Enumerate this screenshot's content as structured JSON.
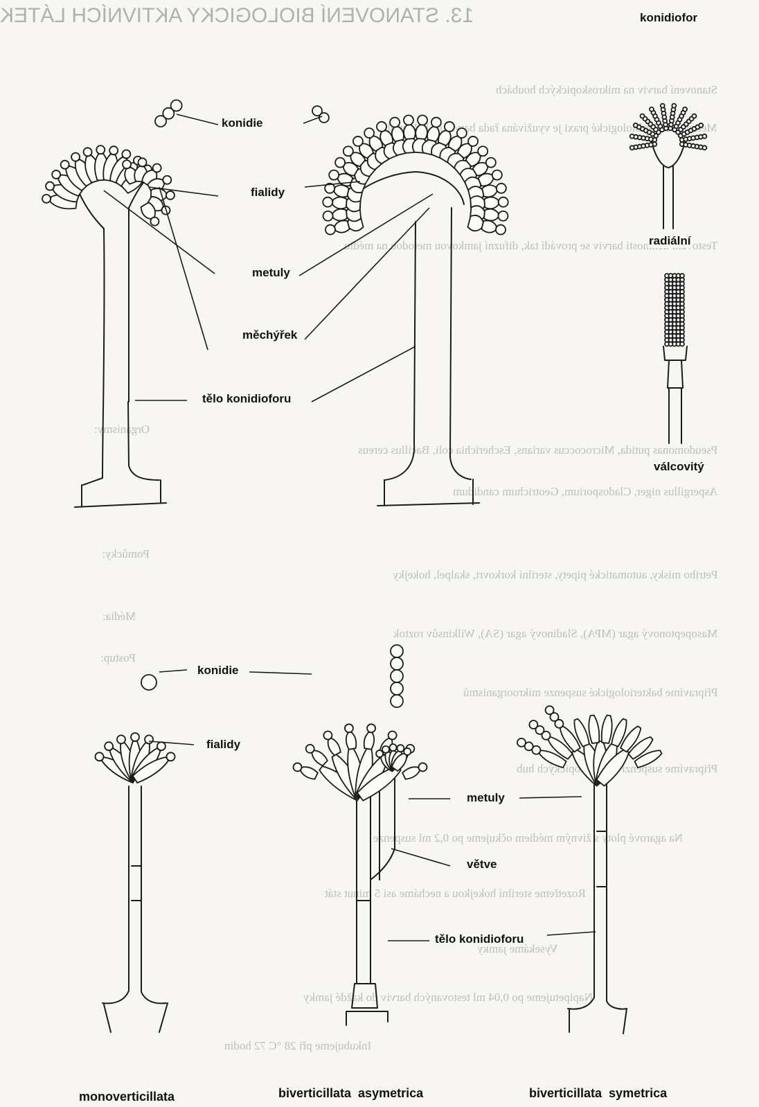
{
  "background_text": {
    "heading": "13. STANOVENÍ BIOLOGICKY AKTIVNÍCH LÁTEK",
    "lines": [
      "Stanovení barviv na mikroskopických houbách",
      "Metoda v mikrobiologické praxi je využívána řada barviv na bakteriální",
      "Testování účinnosti barviv se provádí tak, difuzní jamkovou metodou na médiu",
      "Organismy:",
      "Pseudomonas putida, Micrococcus varians, Escherichia coli, Bacillus cereus",
      "Aspergillus niger, Cladosporium, Geotrichum candidum",
      "Pomůcky:",
      "Petriho misky, automatické pipety, sterilní korkovrt, skalpel, hokejky",
      "Média:",
      "Masopeptonový agar (MPA), Sladinový agar (SA), Wilkinsův roztok",
      "Postup:",
      "Připravíme bakteriologické suspenze mikroorganismů",
      "Připravíme suspenzi mikroskopických hub",
      "Na agarové ploty s živným médiem očkujeme po 0,2 ml suspenze",
      "Rozetřeme sterilní hokejkou a necháme asi 5 minut stát",
      "Vysekáme jamky",
      "Napipetujeme po 0,04 ml testovaných barviv do každé jamky",
      "Inkubujeme při 28 °C 72 hodin"
    ]
  },
  "labels": {
    "konidiofor": "konidiofor",
    "radialni": "radiální",
    "valcovity": "válcovitý",
    "konidie_top": "konidie",
    "fialidy_top": "fialidy",
    "metuly_top": "metuly",
    "mechyrek": "měchýřek",
    "telo_top": "tělo konidioforu",
    "konidie_bottom": "konidie",
    "fialidy_bottom": "fialidy",
    "metuly_bottom": "metuly",
    "vetve": "větve",
    "telo_bottom": "tělo konidioforu"
  },
  "captions": {
    "mono": "monoverticillata",
    "bi_asym": "biverticillata  asymetrica",
    "bi_sym": "biverticillata  symetrica"
  }
}
